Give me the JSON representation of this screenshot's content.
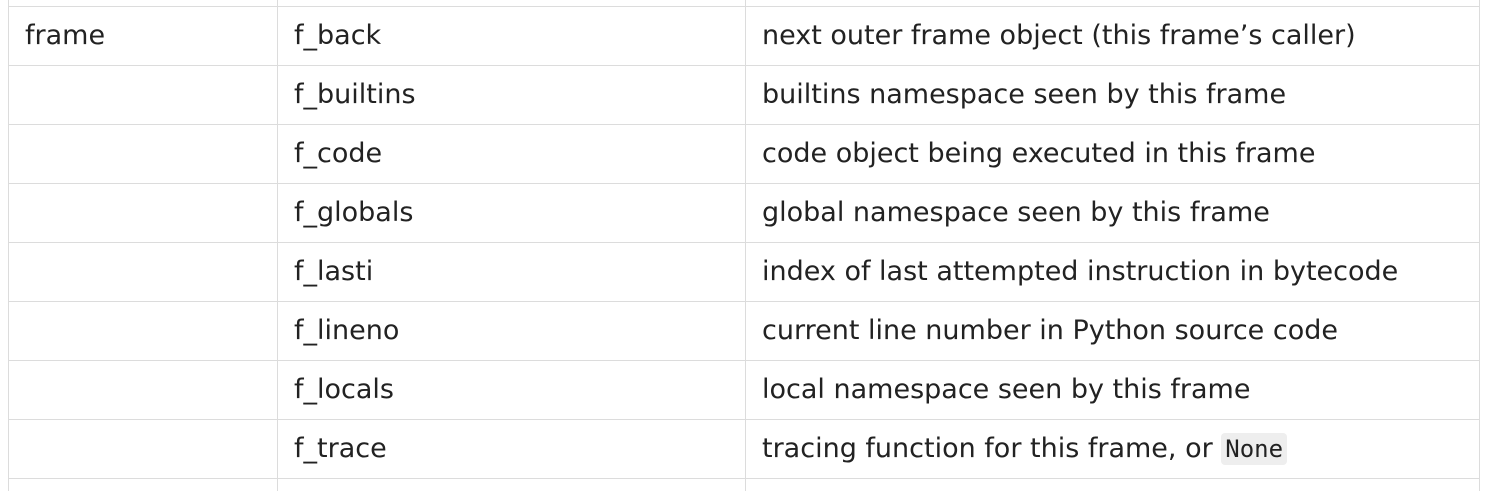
{
  "table": {
    "rows": [
      {
        "type": "frame",
        "attribute": "f_back",
        "description": "next outer frame object (this frame’s caller)"
      },
      {
        "type": "",
        "attribute": "f_builtins",
        "description": "builtins namespace seen by this frame"
      },
      {
        "type": "",
        "attribute": "f_code",
        "description": "code object being executed in this frame"
      },
      {
        "type": "",
        "attribute": "f_globals",
        "description": "global namespace seen by this frame"
      },
      {
        "type": "",
        "attribute": "f_lasti",
        "description": "index of last attempted instruction in bytecode"
      },
      {
        "type": "",
        "attribute": "f_lineno",
        "description": "current line number in Python source code"
      },
      {
        "type": "",
        "attribute": "f_locals",
        "description": "local namespace seen by this frame"
      },
      {
        "type": "",
        "attribute": "f_trace",
        "description": "tracing function for this frame, or ",
        "code": "None"
      }
    ]
  }
}
